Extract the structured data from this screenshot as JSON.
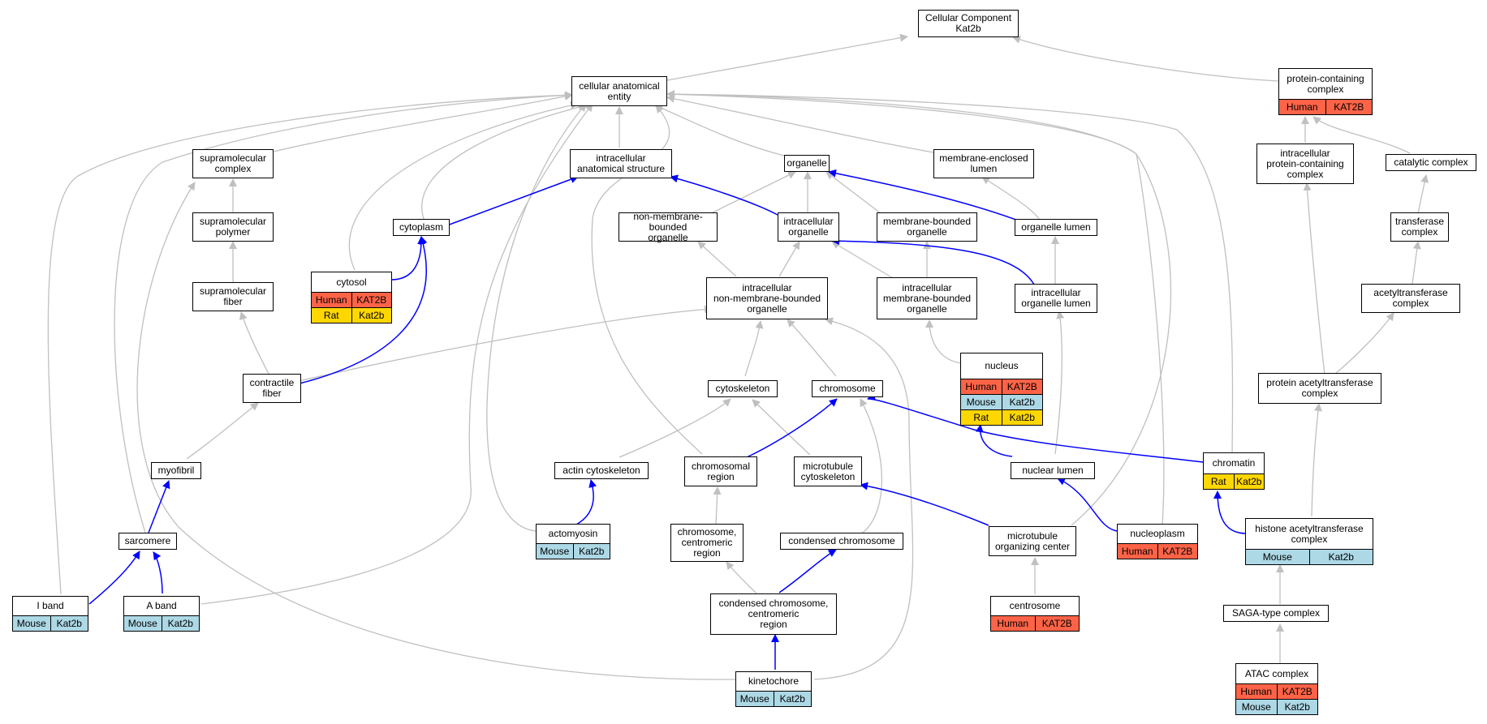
{
  "colors": {
    "edge_gray": "#c0c0c0",
    "edge_blue": "#0000ff",
    "Human": "#ff6347",
    "Mouse": "#add8e6",
    "Rat": "#ffd700"
  },
  "nodes": [
    {
      "id": "root",
      "label": "Cellular Component\nKat2b"
    },
    {
      "id": "cae",
      "label": "cellular anatomical\nentity"
    },
    {
      "id": "pcc",
      "label": "protein-containing\ncomplex",
      "orgs": [
        [
          "Human",
          "KAT2B"
        ]
      ]
    },
    {
      "id": "smc",
      "label": "supramolecular\ncomplex"
    },
    {
      "id": "ias",
      "label": "intracellular\nanatomical structure"
    },
    {
      "id": "organelle",
      "label": "organelle"
    },
    {
      "id": "mel",
      "label": "membrane-enclosed\nlumen"
    },
    {
      "id": "ipcc",
      "label": "intracellular\nprotein-containing\ncomplex"
    },
    {
      "id": "catc",
      "label": "catalytic complex"
    },
    {
      "id": "smp",
      "label": "supramolecular\npolymer"
    },
    {
      "id": "cytoplasm",
      "label": "cytoplasm"
    },
    {
      "id": "nmbo",
      "label": "non-membrane-bounded\norganelle"
    },
    {
      "id": "io",
      "label": "intracellular\norganelle"
    },
    {
      "id": "mbo",
      "label": "membrane-bounded\norganelle"
    },
    {
      "id": "ol",
      "label": "organelle lumen"
    },
    {
      "id": "tc",
      "label": "transferase\ncomplex"
    },
    {
      "id": "cytosol",
      "label": "cytosol",
      "orgs": [
        [
          "Human",
          "KAT2B"
        ],
        [
          "Rat",
          "Kat2b"
        ]
      ]
    },
    {
      "id": "smf",
      "label": "supramolecular\nfiber"
    },
    {
      "id": "inmbo",
      "label": "intracellular\nnon-membrane-bounded\norganelle"
    },
    {
      "id": "imbo",
      "label": "intracellular\nmembrane-bounded\norganelle"
    },
    {
      "id": "iol",
      "label": "intracellular\norganelle lumen"
    },
    {
      "id": "atc",
      "label": "acetyltransferase\ncomplex"
    },
    {
      "id": "nucleus",
      "label": "nucleus",
      "orgs": [
        [
          "Human",
          "KAT2B"
        ],
        [
          "Mouse",
          "Kat2b"
        ],
        [
          "Rat",
          "Kat2b"
        ]
      ]
    },
    {
      "id": "cf",
      "label": "contractile\nfiber"
    },
    {
      "id": "cytoskeleton",
      "label": "cytoskeleton"
    },
    {
      "id": "chromosome",
      "label": "chromosome"
    },
    {
      "id": "patc",
      "label": "protein acetyltransferase\ncomplex"
    },
    {
      "id": "chromatin",
      "label": "chromatin",
      "orgs": [
        [
          "Rat",
          "Kat2b"
        ]
      ]
    },
    {
      "id": "myofibril",
      "label": "myofibril"
    },
    {
      "id": "actcyt",
      "label": "actin cytoskeleton"
    },
    {
      "id": "chromreg",
      "label": "chromosomal\nregion"
    },
    {
      "id": "mtcyt",
      "label": "microtubule\ncytoskeleton"
    },
    {
      "id": "nl",
      "label": "nuclear lumen"
    },
    {
      "id": "actomyosin",
      "label": "actomyosin",
      "orgs": [
        [
          "Mouse",
          "Kat2b"
        ]
      ]
    },
    {
      "id": "hatc",
      "label": "histone acetyltransferase\ncomplex",
      "orgs": [
        [
          "Mouse",
          "Kat2b"
        ]
      ]
    },
    {
      "id": "sarcomere",
      "label": "sarcomere"
    },
    {
      "id": "ccr",
      "label": "chromosome,\ncentromeric\nregion"
    },
    {
      "id": "condchr",
      "label": "condensed chromosome"
    },
    {
      "id": "moc",
      "label": "microtubule\norganizing center"
    },
    {
      "id": "nucleoplasm",
      "label": "nucleoplasm",
      "orgs": [
        [
          "Human",
          "KAT2B"
        ]
      ]
    },
    {
      "id": "iband",
      "label": "I band",
      "orgs": [
        [
          "Mouse",
          "Kat2b"
        ]
      ]
    },
    {
      "id": "aband",
      "label": "A band",
      "orgs": [
        [
          "Mouse",
          "Kat2b"
        ]
      ]
    },
    {
      "id": "cccr",
      "label": "condensed chromosome,\ncentromeric\nregion"
    },
    {
      "id": "centrosome",
      "label": "centrosome",
      "orgs": [
        [
          "Human",
          "KAT2B"
        ]
      ]
    },
    {
      "id": "saga",
      "label": "SAGA-type complex"
    },
    {
      "id": "kinetochore",
      "label": "kinetochore",
      "orgs": [
        [
          "Mouse",
          "Kat2b"
        ]
      ]
    },
    {
      "id": "atac",
      "label": "ATAC complex",
      "orgs": [
        [
          "Human",
          "KAT2B"
        ],
        [
          "Mouse",
          "Kat2b"
        ]
      ]
    }
  ]
}
